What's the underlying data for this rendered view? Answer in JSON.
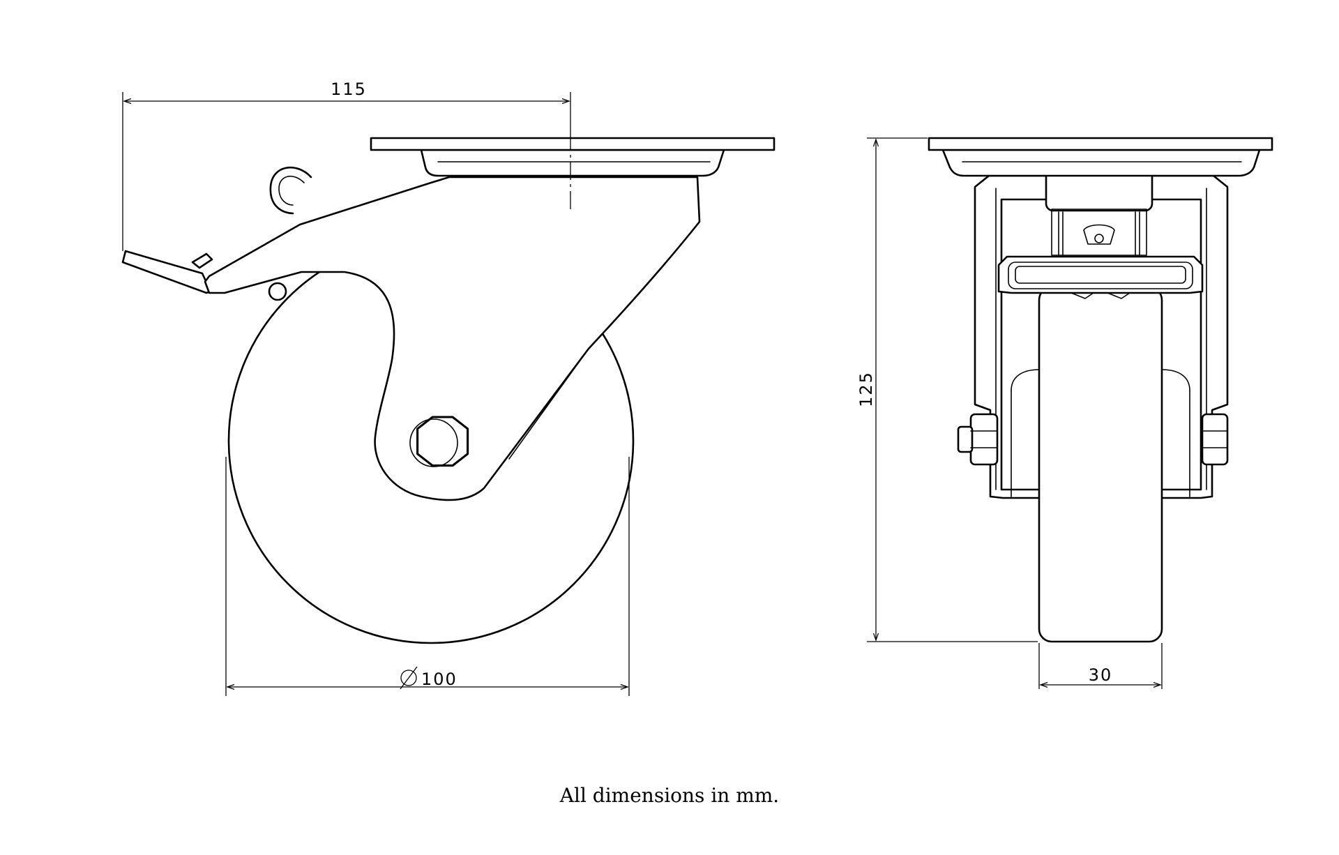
{
  "dimensions": {
    "overall_length": "115",
    "wheel_diameter": "100",
    "overall_height": "125",
    "wheel_width": "30"
  },
  "note": "All dimensions in mm.",
  "colors": {
    "line": "#000000",
    "background": "#ffffff"
  }
}
